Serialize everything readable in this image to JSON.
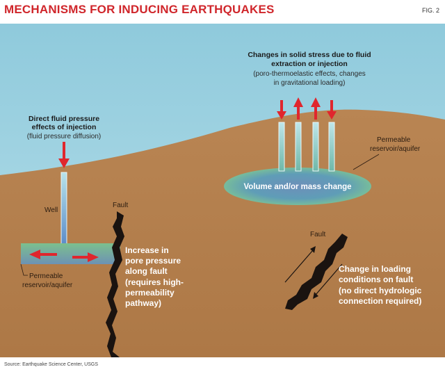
{
  "header": {
    "title": "MECHANISMS FOR INDUCING EARTHQUAKES",
    "fig_label": "FIG. 2"
  },
  "labels": {
    "injection_title_1": "Direct fluid pressure",
    "injection_title_2": "effects of injection",
    "injection_sub": "(fluid pressure diffusion)",
    "stress_title_1": "Changes in solid stress due to fluid",
    "stress_title_2": "extraction or injection",
    "stress_sub_1": "(poro-thermoelastic effects, changes",
    "stress_sub_2": "in gravitational loading)",
    "permeable_right_1": "Permeable",
    "permeable_right_2": "reservoir/aquifer",
    "volume_change": "Volume and/or mass change",
    "well": "Well",
    "fault_left": "Fault",
    "pore_1": "Increase in",
    "pore_2": "pore pressure",
    "pore_3": "along fault",
    "pore_4": "(requires high-",
    "pore_5": "permeability",
    "pore_6": "pathway)",
    "permeable_left_1": "Permeable",
    "permeable_left_2": "reservoir/aquifer",
    "fault_right": "Fault",
    "loading_1": "Change in loading",
    "loading_2": "conditions on fault",
    "loading_3": "(no direct hydrologic",
    "loading_4": "connection required)"
  },
  "footer": {
    "source": "Source: Earthquake Science Center, USGS"
  },
  "colors": {
    "sky": "#9fd3e3",
    "ground": "#b47f4f",
    "arrow": "#e0262d",
    "fault": "#1a1310",
    "title": "#d0262b"
  }
}
